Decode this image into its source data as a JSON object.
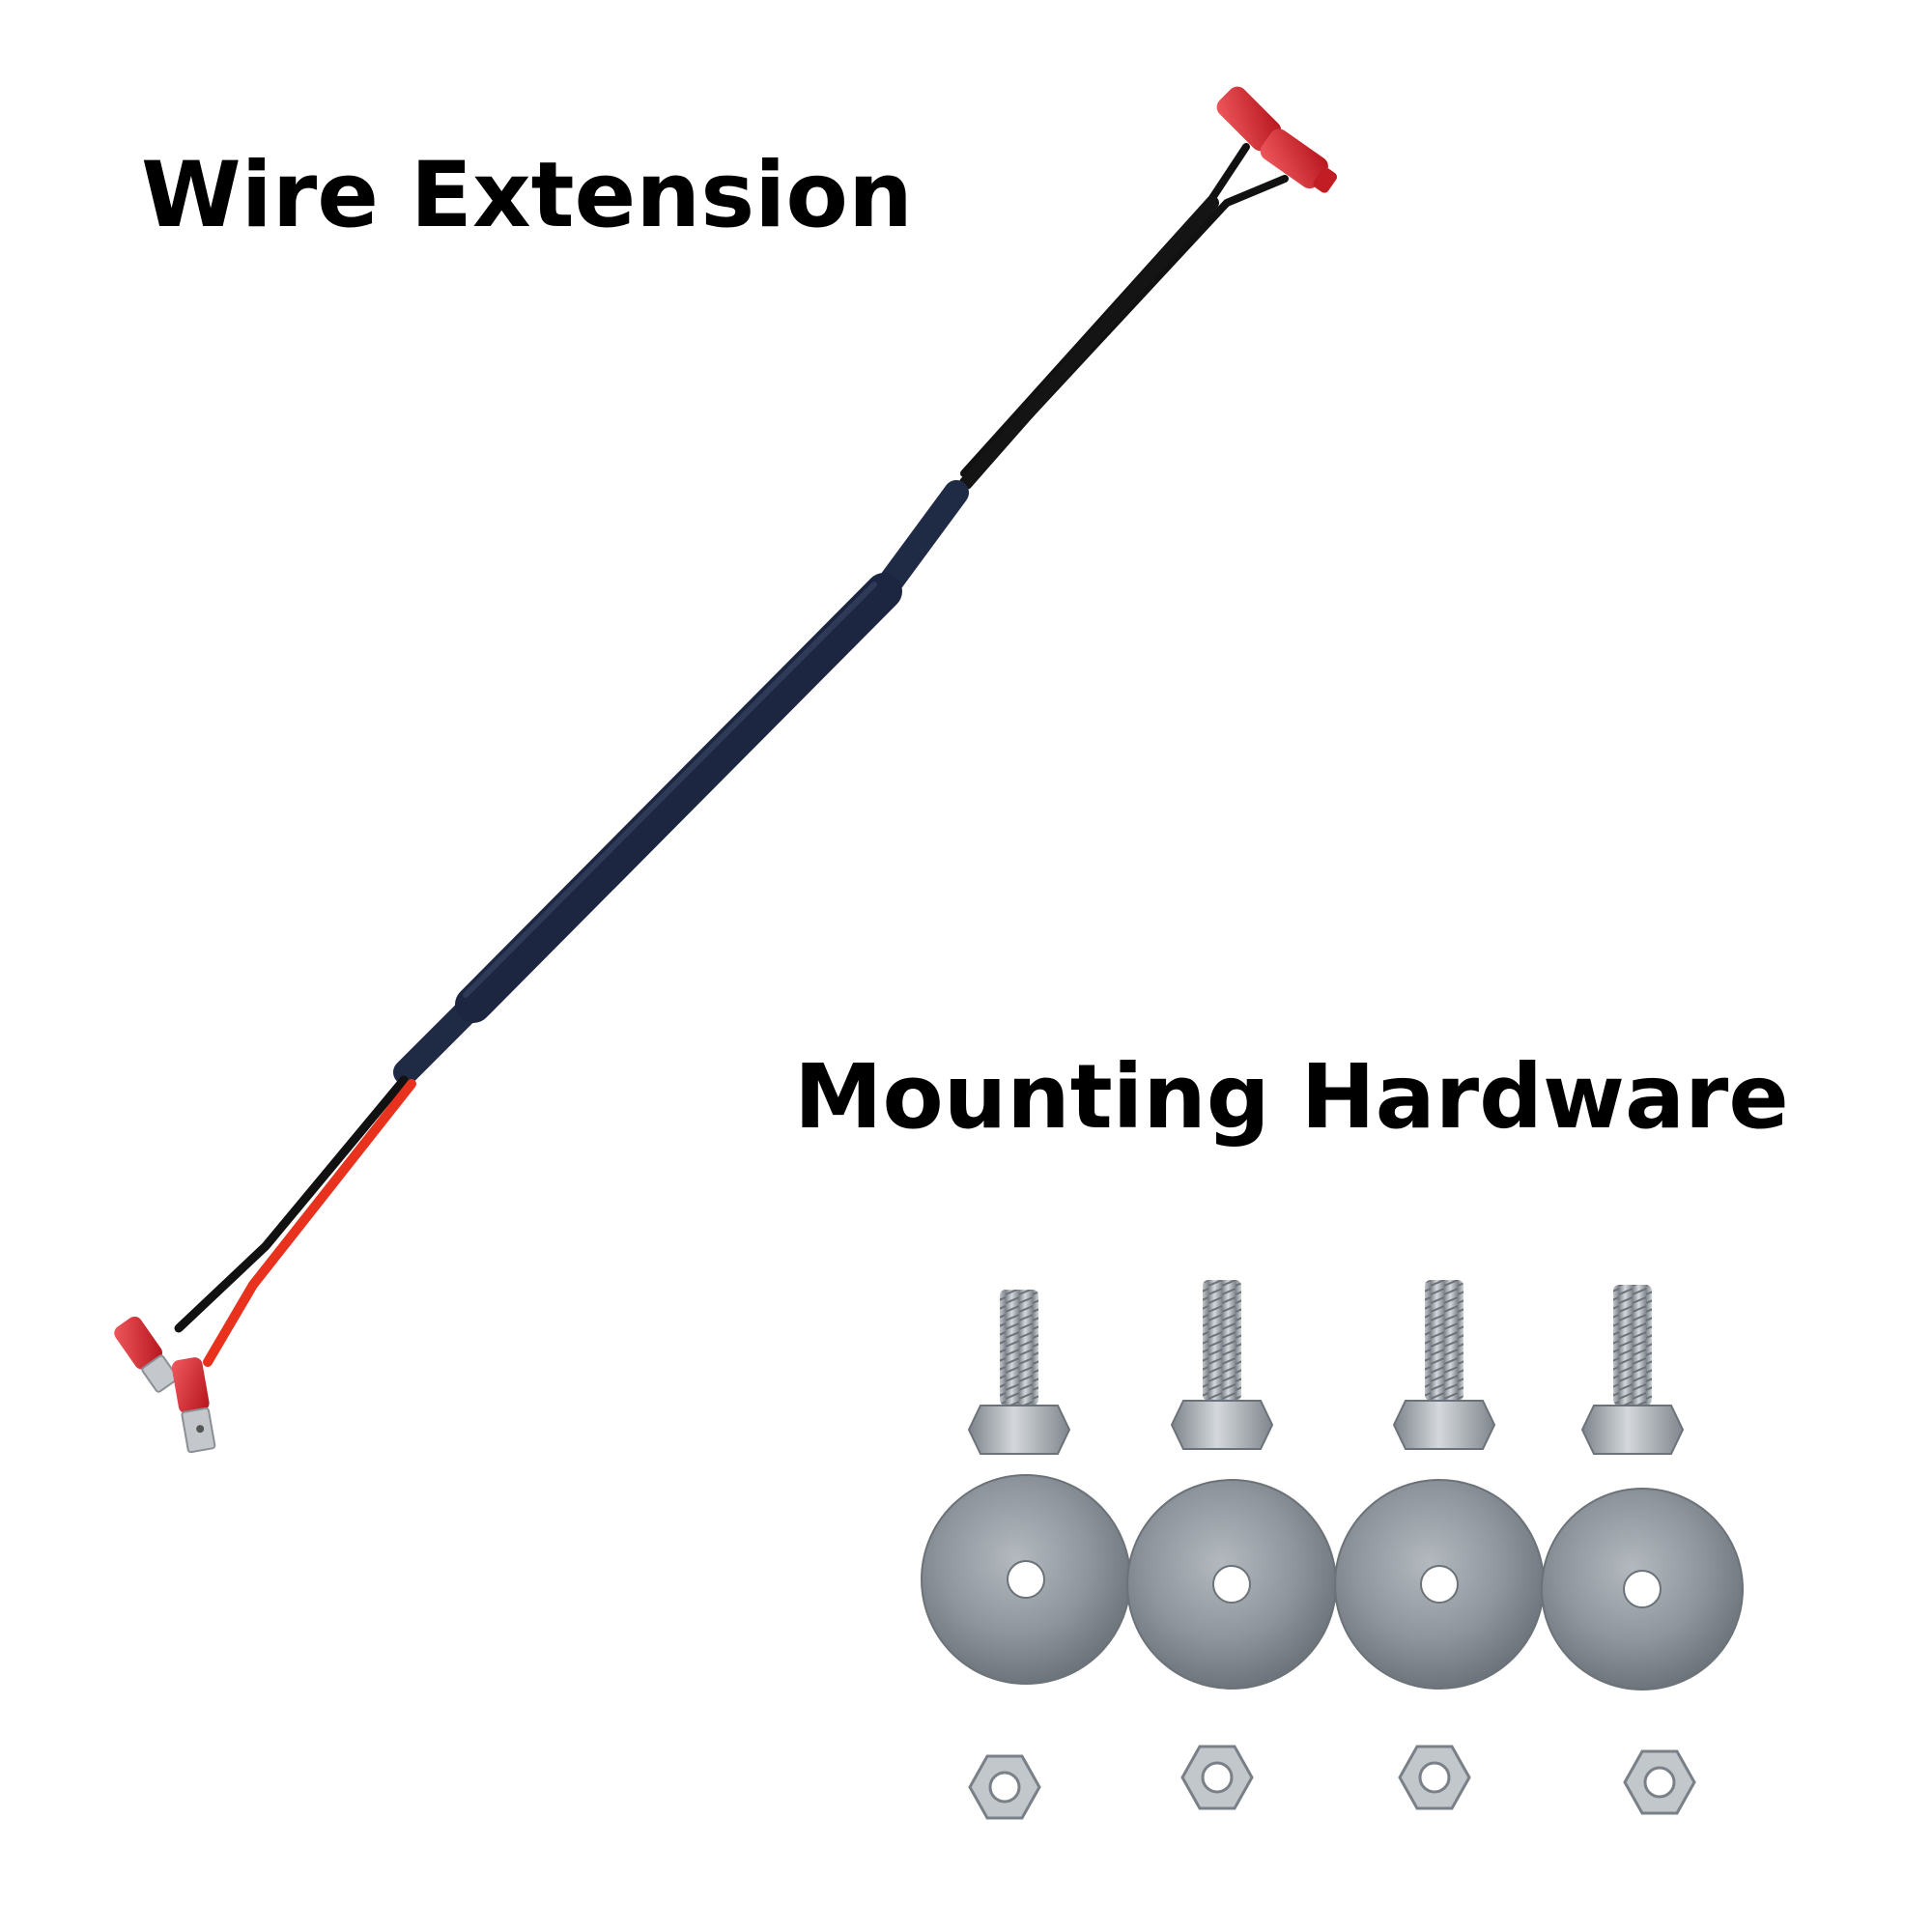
{
  "labels": {
    "wire_extension": "Wire Extension",
    "mounting_hardware": "Mounting Hardware"
  },
  "colors": {
    "background": "#ffffff",
    "text": "#000000",
    "sleeve": "#1f2a44",
    "wire_black": "#111111",
    "wire_red": "#e8321e",
    "connector_red": "#d9222b",
    "steel": "#a7adb4",
    "washer": "#8c9399"
  },
  "hardware": {
    "bolt_count": 4,
    "washer_count": 4,
    "nut_count": 4
  }
}
